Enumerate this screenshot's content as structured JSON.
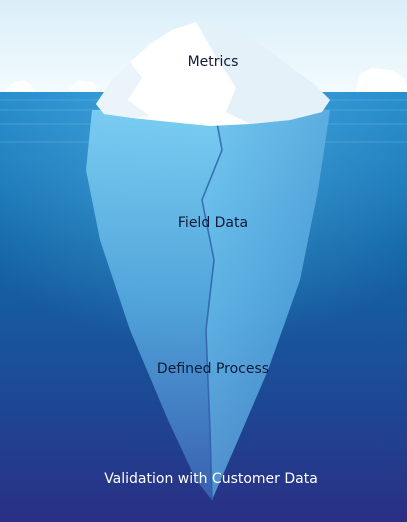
{
  "diagram": {
    "labels": {
      "tip": "Metrics",
      "upper": "Field Data",
      "middle": "Defined Process",
      "base": "Validation with Customer Data"
    },
    "colors": {
      "sky_top": "#d9eef8",
      "sky_bottom": "#f4fbfe",
      "water_top": "#1f86c7",
      "water_mid": "#1266a6",
      "water_deep": "#2a2f84",
      "ice_under": "#5fb8e8",
      "ice_top": "#ffffff",
      "label_dark": "#0d1b3a",
      "label_light": "#ffffff"
    }
  }
}
